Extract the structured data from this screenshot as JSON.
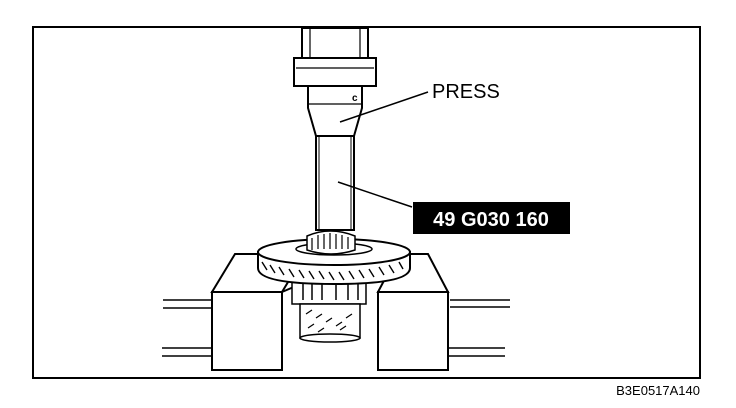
{
  "labels": {
    "press": "PRESS",
    "tool_number": "49 G030 160",
    "figure_code": "B3E0517A140"
  },
  "colors": {
    "line": "#000000",
    "background": "#ffffff",
    "tag_fill": "#000000",
    "tag_text": "#ffffff"
  }
}
